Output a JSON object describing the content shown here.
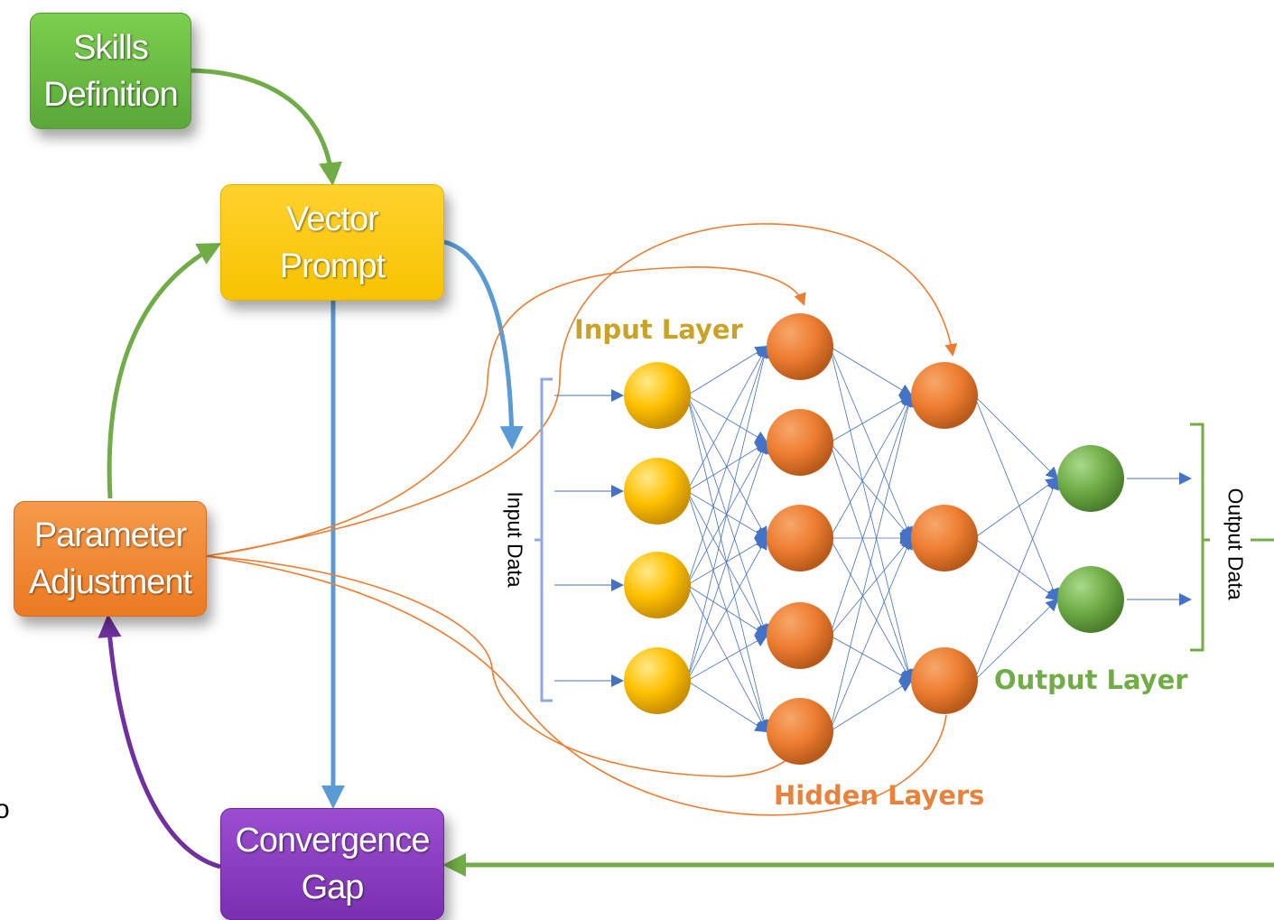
{
  "boxes": {
    "skills": {
      "line1": "Skills",
      "line2": "Definition",
      "color": "#6cc04a"
    },
    "vector": {
      "line1": "Vector",
      "line2": "Prompt",
      "color": "#ffc800"
    },
    "param": {
      "line1": "Parameter",
      "line2": "Adjustment",
      "color": "#f0852d"
    },
    "conv": {
      "line1": "Convergence",
      "line2": "Gap",
      "color": "#8b3cc4"
    }
  },
  "labels": {
    "input_layer": "Input Layer",
    "hidden_layers": "Hidden Layers",
    "output_layer": "Output Layer",
    "input_data": "Input Data",
    "output_data": "Output Data",
    "edge_fragment": "o"
  },
  "network": {
    "input_nodes": 4,
    "hidden1_nodes": 5,
    "hidden2_nodes": 3,
    "output_nodes": 2
  },
  "colors": {
    "input_node": "#ffc000",
    "hidden_node": "#ed7d31",
    "output_node": "#70ad47",
    "edge": "#4472c4",
    "arrow_green": "#70ad47",
    "arrow_blue": "#5b9bd5",
    "arrow_purple": "#7030a0",
    "arrow_orange": "#ed7d31",
    "bracket_blue": "#8faadc",
    "bracket_green": "#70ad47"
  }
}
